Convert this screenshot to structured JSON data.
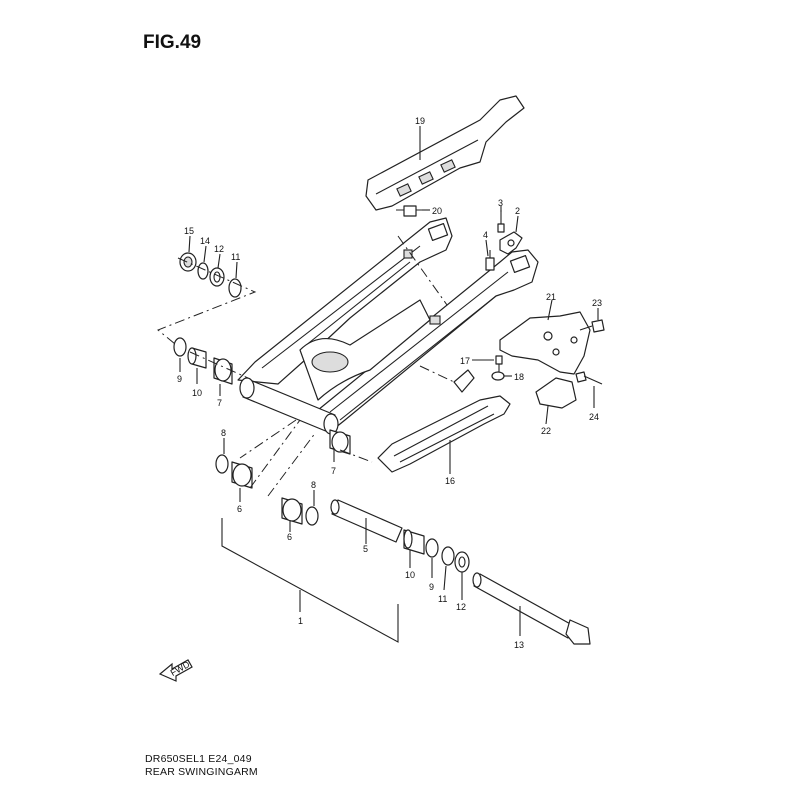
{
  "figure": {
    "title": "FIG.49",
    "model_code": "DR650SEL1 E24_049",
    "caption": "REAR SWINGINGARM",
    "fwd_label": "FWD"
  },
  "callouts": [
    {
      "id": "c19",
      "text": "19"
    },
    {
      "id": "c20",
      "text": "20"
    },
    {
      "id": "c3",
      "text": "3"
    },
    {
      "id": "c2",
      "text": "2"
    },
    {
      "id": "c4",
      "text": "4"
    },
    {
      "id": "c15",
      "text": "15"
    },
    {
      "id": "c14",
      "text": "14"
    },
    {
      "id": "c12a",
      "text": "12"
    },
    {
      "id": "c11a",
      "text": "11"
    },
    {
      "id": "c21",
      "text": "21"
    },
    {
      "id": "c23",
      "text": "23"
    },
    {
      "id": "c17",
      "text": "17"
    },
    {
      "id": "c18",
      "text": "18"
    },
    {
      "id": "c9a",
      "text": "9"
    },
    {
      "id": "c10a",
      "text": "10"
    },
    {
      "id": "c7a",
      "text": "7"
    },
    {
      "id": "c24",
      "text": "24"
    },
    {
      "id": "c22",
      "text": "22"
    },
    {
      "id": "c8a",
      "text": "8"
    },
    {
      "id": "c7b",
      "text": "7"
    },
    {
      "id": "c16",
      "text": "16"
    },
    {
      "id": "c6a",
      "text": "6"
    },
    {
      "id": "c8b",
      "text": "8"
    },
    {
      "id": "c6b",
      "text": "6"
    },
    {
      "id": "c5",
      "text": "5"
    },
    {
      "id": "c10b",
      "text": "10"
    },
    {
      "id": "c9b",
      "text": "9"
    },
    {
      "id": "c11b",
      "text": "11"
    },
    {
      "id": "c12b",
      "text": "12"
    },
    {
      "id": "c1",
      "text": "1"
    },
    {
      "id": "c13",
      "text": "13"
    }
  ]
}
